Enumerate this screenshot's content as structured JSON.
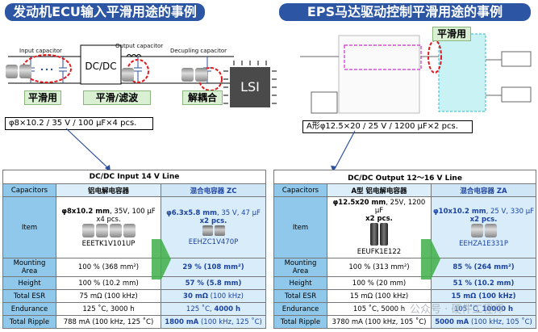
{
  "left_banner": "发动机ECU输入平滑用途的事例",
  "right_banner": "EPS马达驱动控制平滑用途的事例",
  "circuit_left": {
    "input_label": "Input  capacitor",
    "output_label": "Output  capacitor",
    "decoupling_label": "Decupling capacitor",
    "dcdc": "DC/DC",
    "lsi": "LSI",
    "tag1": "平滑用",
    "tag2": "平滑/滤波",
    "tag3": "解耦合",
    "spec": "φ8×10.2 / 35 V / 100 μF×4 pcs."
  },
  "circuit_right": {
    "tag": "平滑用",
    "spec": "A形φ12.5×20 / 25 V / 1200 μF×2 pcs."
  },
  "table_left": {
    "title": "DC/DC Input 14 V Line",
    "rows": {
      "capacitors": {
        "label": "Capacitors",
        "old": "铝电解电容器",
        "new": "混合电容器 ZC"
      },
      "item": {
        "label": "Item",
        "old_spec_b": "φ8x10.2 mm",
        "old_spec": ", 35V, 100 μF x4 pcs.",
        "new_spec_b": "φ6.3x5.8 mm",
        "new_spec": ", 35 V, 47 μF",
        "new_qty": "x2 pcs.",
        "old_part": "EEETK1V101UP",
        "new_part": "EEHZC1V470P"
      },
      "mounting": {
        "label": "Mounting Area",
        "old": "100 % (368 mm²)",
        "new": "29 % (108 mm²)"
      },
      "height": {
        "label": "Height",
        "old": "100 % (10.2 mm)",
        "new": "57 % (5.8 mm)"
      },
      "esr": {
        "label": "Total ESR",
        "old": "75 mΩ (100 kHz)",
        "new_b": "30 mΩ",
        "new": " (100 kHz)"
      },
      "endurance": {
        "label": "Endurance",
        "old": "125 ˚C, 3000 h",
        "new": "125 ˚C, ",
        "new_b": "4000 h"
      },
      "ripple": {
        "label": "Total Ripple",
        "old": "788 mA (100 kHz, 125 ˚C)",
        "new_b": "1800 mA",
        "new": " (100 kHz, 125 ˚C)"
      }
    }
  },
  "table_right": {
    "title": "DC/DC Output 12～16 V Line",
    "rows": {
      "capacitors": {
        "label": "Capacitors",
        "old": "A型   铝电解电容器",
        "new": "混合电容器 ZA"
      },
      "item": {
        "label": "Item",
        "old_spec_b": "φ12.5x20 mm",
        "old_spec": ", 25V, 1200 μF",
        "old_qty": "x2 pcs.",
        "new_spec_b": "φ10x10.2 mm",
        "new_spec": ", 25 V, 330 μF",
        "new_qty": "x2 pcs.",
        "old_part": "EEUFK1E122",
        "new_part": "EEHZA1E331P"
      },
      "mounting": {
        "label": "Mounting Area",
        "old": "100 % (313 mm²)",
        "new": "85 % (264 mm²)"
      },
      "height": {
        "label": "Height",
        "old": "100 % (20 mm)",
        "new": "51 % (10.2 mm)"
      },
      "esr": {
        "label": "Total ESR",
        "old": "15 mΩ (100 kHz)",
        "new": "15 mΩ (100 kHz)"
      },
      "endurance": {
        "label": "Endurance",
        "old": "105 ˚C, 5000 h",
        "new": "105 ˚C, ",
        "new_b": "10000 h"
      },
      "ripple": {
        "label": "Total Ripple",
        "old": "3780 mA (100 kHz, 105 ˚C)",
        "new_b": "5000 mA",
        "new": " (100 kHz, 105 ˚C)"
      }
    }
  },
  "watermark": "公众号 · 硬件工程师"
}
